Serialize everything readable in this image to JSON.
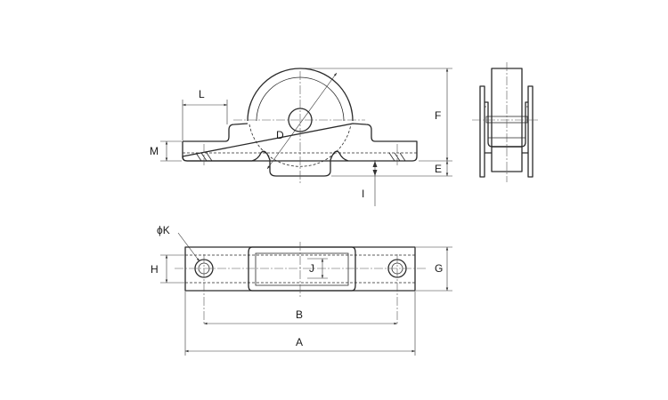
{
  "labels": {
    "L": "L",
    "M": "M",
    "D": "D",
    "F": "F",
    "E": "E",
    "I": "I",
    "K": "ϕK",
    "H": "H",
    "J": "J",
    "G": "G",
    "B": "B",
    "A": "A"
  }
}
